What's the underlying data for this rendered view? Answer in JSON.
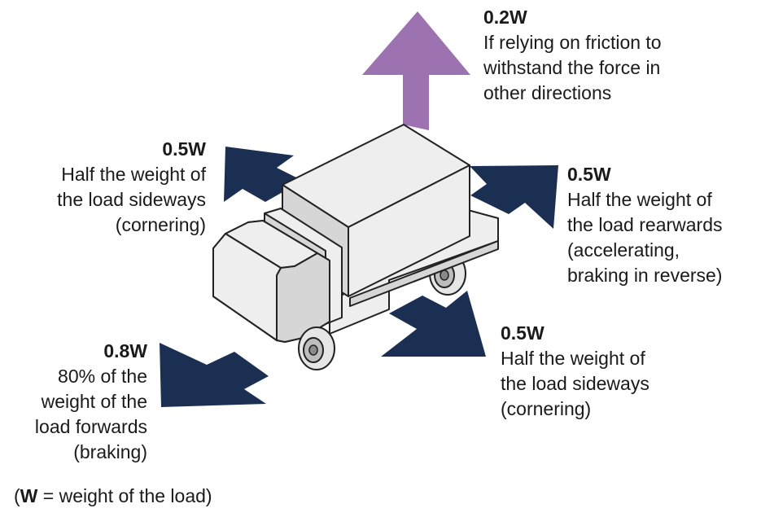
{
  "colors": {
    "navy_arrow": "#1b2f52",
    "purple_arrow": "#9c72b0",
    "truck_fill": "#eeeeee",
    "outline": "#222222"
  },
  "labels": {
    "up": {
      "value": "0.2W",
      "description": "If relying on friction to\nwithstand the force in\nother directions"
    },
    "left_side": {
      "value": "0.5W",
      "description": "Half the weight of\nthe load sideways\n(cornering)"
    },
    "rear": {
      "value": "0.5W",
      "description": "Half the weight of\nthe load rearwards\n(accelerating,\nbraking in reverse)"
    },
    "front_side": {
      "value": "0.5W",
      "description": "Half the weight of\nthe load sideways\n(cornering)"
    },
    "forward": {
      "value": "0.8W",
      "description": "80% of the\nweight of the\nload forwards\n(braking)"
    }
  },
  "footnote": {
    "open": "(",
    "symbol": "W",
    "rest": " = weight of the load)"
  }
}
